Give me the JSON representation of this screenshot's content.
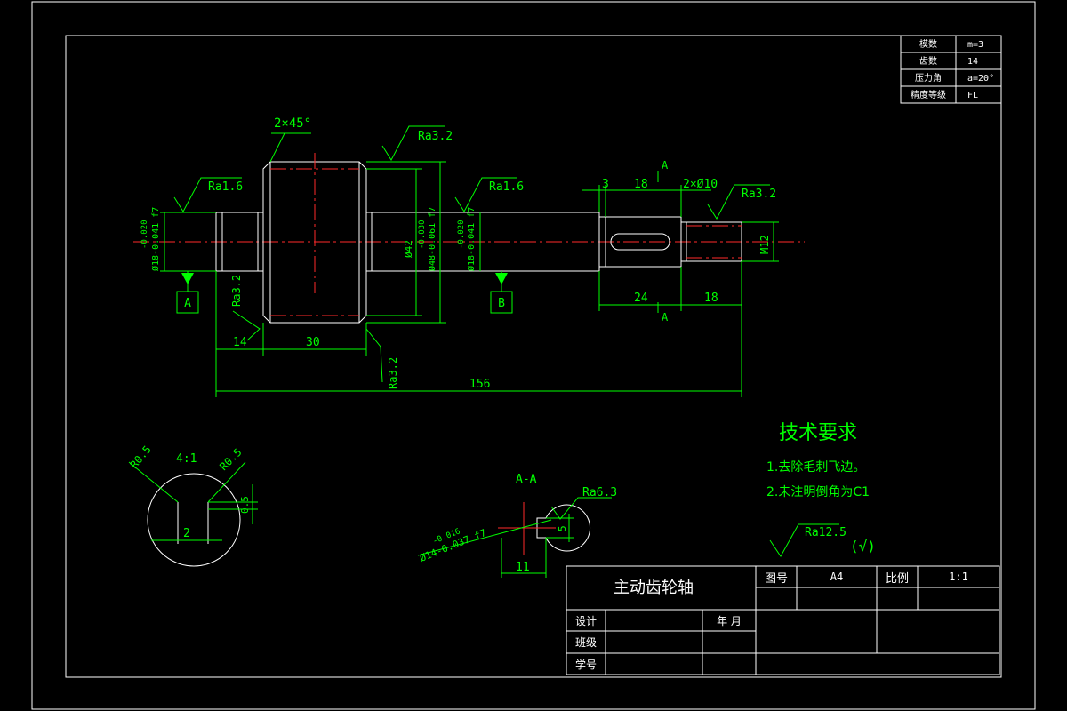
{
  "gear_params": {
    "rows": [
      {
        "label": "模数",
        "value": "m=3"
      },
      {
        "label": "齿数",
        "value": "14"
      },
      {
        "label": "压力角",
        "value": "a=20°"
      },
      {
        "label": "精度等级",
        "value": "FL"
      }
    ]
  },
  "main_view": {
    "chamfer": "2×45°",
    "ra_top_gear": "Ra3.2",
    "ra_left": "Ra1.6",
    "ra_mid": "Ra1.6",
    "ra_right": "Ra3.2",
    "ra_shoulder": "Ra3.2",
    "ra_bottom": "Ra3.2",
    "dia_left": "Ø18-0.041 f7",
    "dia_left_upper": "-0.020",
    "dia_gear_root": "Ø42",
    "dia_gear_tip": "Ø48-0.061 f7",
    "dia_gear_tip_upper": "-0.030",
    "dia_mid": "Ø18-0.041 f7",
    "dia_mid_upper": "-0.020",
    "thread": "M12",
    "dim_3": "3",
    "dim_18_top": "18",
    "dim_2x10": "2×Ø10",
    "dim_24": "24",
    "dim_18_bottom": "18",
    "dim_14": "14",
    "dim_30": "30",
    "dim_156": "156",
    "datum_a": "A",
    "datum_b": "B",
    "section_mark_top": "A",
    "section_mark_bottom": "A"
  },
  "detail_view": {
    "scale": "4:1",
    "r_left": "R0.5",
    "r_right": "R0.5",
    "dim_2": "2",
    "dim_05": "0.5"
  },
  "section_view": {
    "title": "A-A",
    "ra": "Ra6.3",
    "dia": "Ø14-0.037 f7",
    "dia_upper": "-0.016",
    "dim_11": "11",
    "dim_5": "5"
  },
  "tech_req": {
    "title": "技术要求",
    "items": [
      "1.去除毛刺飞边。",
      "2.未注明倒角为C1"
    ],
    "ra_general": "Ra12.5",
    "ra_other": "(√)"
  },
  "title_block": {
    "part_name": "主动齿轮轴",
    "drawing_no_label": "图号",
    "drawing_no": "A4",
    "scale_label": "比例",
    "scale": "1:1",
    "designer_label": "设计",
    "date_label": "年 月",
    "class_label": "班级",
    "student_label": "学号"
  }
}
